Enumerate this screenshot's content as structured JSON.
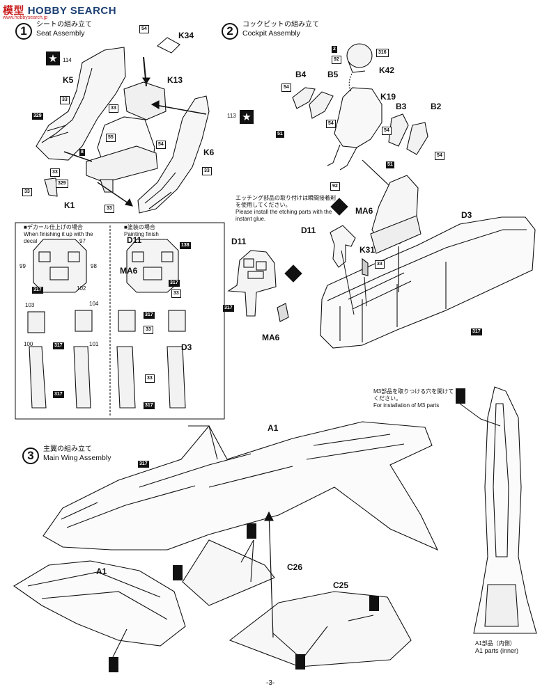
{
  "watermark": {
    "brand_a": "模型",
    "brand_b": "HOBBY SEARCH",
    "url": "www.hobbysearch.jp"
  },
  "steps": [
    {
      "number": "1",
      "jp": "シートの組み立て",
      "en": "Seat Assembly"
    },
    {
      "number": "2",
      "jp": "コックピットの組み立て",
      "en": "Cockpit Assembly"
    },
    {
      "number": "3",
      "jp": "主翼の組み立て",
      "en": "Main Wing Assembly"
    }
  ],
  "seat": {
    "labels": {
      "k34": "K34",
      "k13": "K13",
      "k5": "K5",
      "k6": "K6",
      "k1": "K1"
    },
    "codes": {
      "c54": "54",
      "c114": "114",
      "c113": "113",
      "c33a": "33",
      "c33b": "33",
      "c33c": "33",
      "c33d": "33",
      "c33e": "33",
      "c33f": "33",
      "c329a": "329",
      "c329b": "329",
      "c8": "8",
      "c55": "55",
      "c54b": "54"
    }
  },
  "cockpit": {
    "labels": {
      "b4": "B4",
      "b5": "B5",
      "k42": "K42",
      "k19": "K19",
      "b3": "B3",
      "b2": "B2",
      "ma6": "MA6",
      "d11": "D11",
      "k31": "K31",
      "d3": "D3",
      "d11b": "D11",
      "ma6b": "MA6"
    },
    "codes": {
      "c2": "2",
      "c92": "92",
      "c316": "316",
      "c54a": "54",
      "c54b": "54",
      "c54c": "54",
      "c54d": "54",
      "c51a": "51",
      "c51b": "51",
      "c92b": "92",
      "c33": "33",
      "c317a": "317",
      "c317b": "317"
    },
    "etch_note_jp": "エッチング部品の取り付けは瞬間接着剤を使用してください。",
    "etch_note_en": "Please install the etching parts with the instant glue."
  },
  "options": {
    "decal_jp": "■デカール仕上げの場合",
    "decal_en": "When finishing it up with the decal",
    "paint_jp": "■塗装の場合",
    "paint_en": "Painting finish",
    "codes": {
      "c97": "97",
      "c99": "99",
      "c98": "98",
      "c317a": "317",
      "c102": "102",
      "c103": "103",
      "c104": "104",
      "c317b": "317",
      "c100": "100",
      "c101": "101",
      "c317c": "317",
      "c138": "138",
      "c317d": "317",
      "c33a": "33",
      "c317e": "317",
      "c33b": "33",
      "c33c": "33",
      "c317f": "317"
    },
    "labels": {
      "d11": "D11",
      "ma6": "MA6",
      "d3": "D3"
    }
  },
  "wing": {
    "labels": {
      "a1": "A1",
      "a1b": "A1",
      "c26": "C26",
      "c25": "C25"
    },
    "codes": {
      "c317": "317"
    },
    "m3_note_jp": "M3部品を取りつける穴を開けてください。",
    "m3_note_en": "For installation of M3 parts",
    "inner_jp": "A1部品（内側）",
    "inner_en": "A1 parts (inner)"
  },
  "page_number": "-3-"
}
